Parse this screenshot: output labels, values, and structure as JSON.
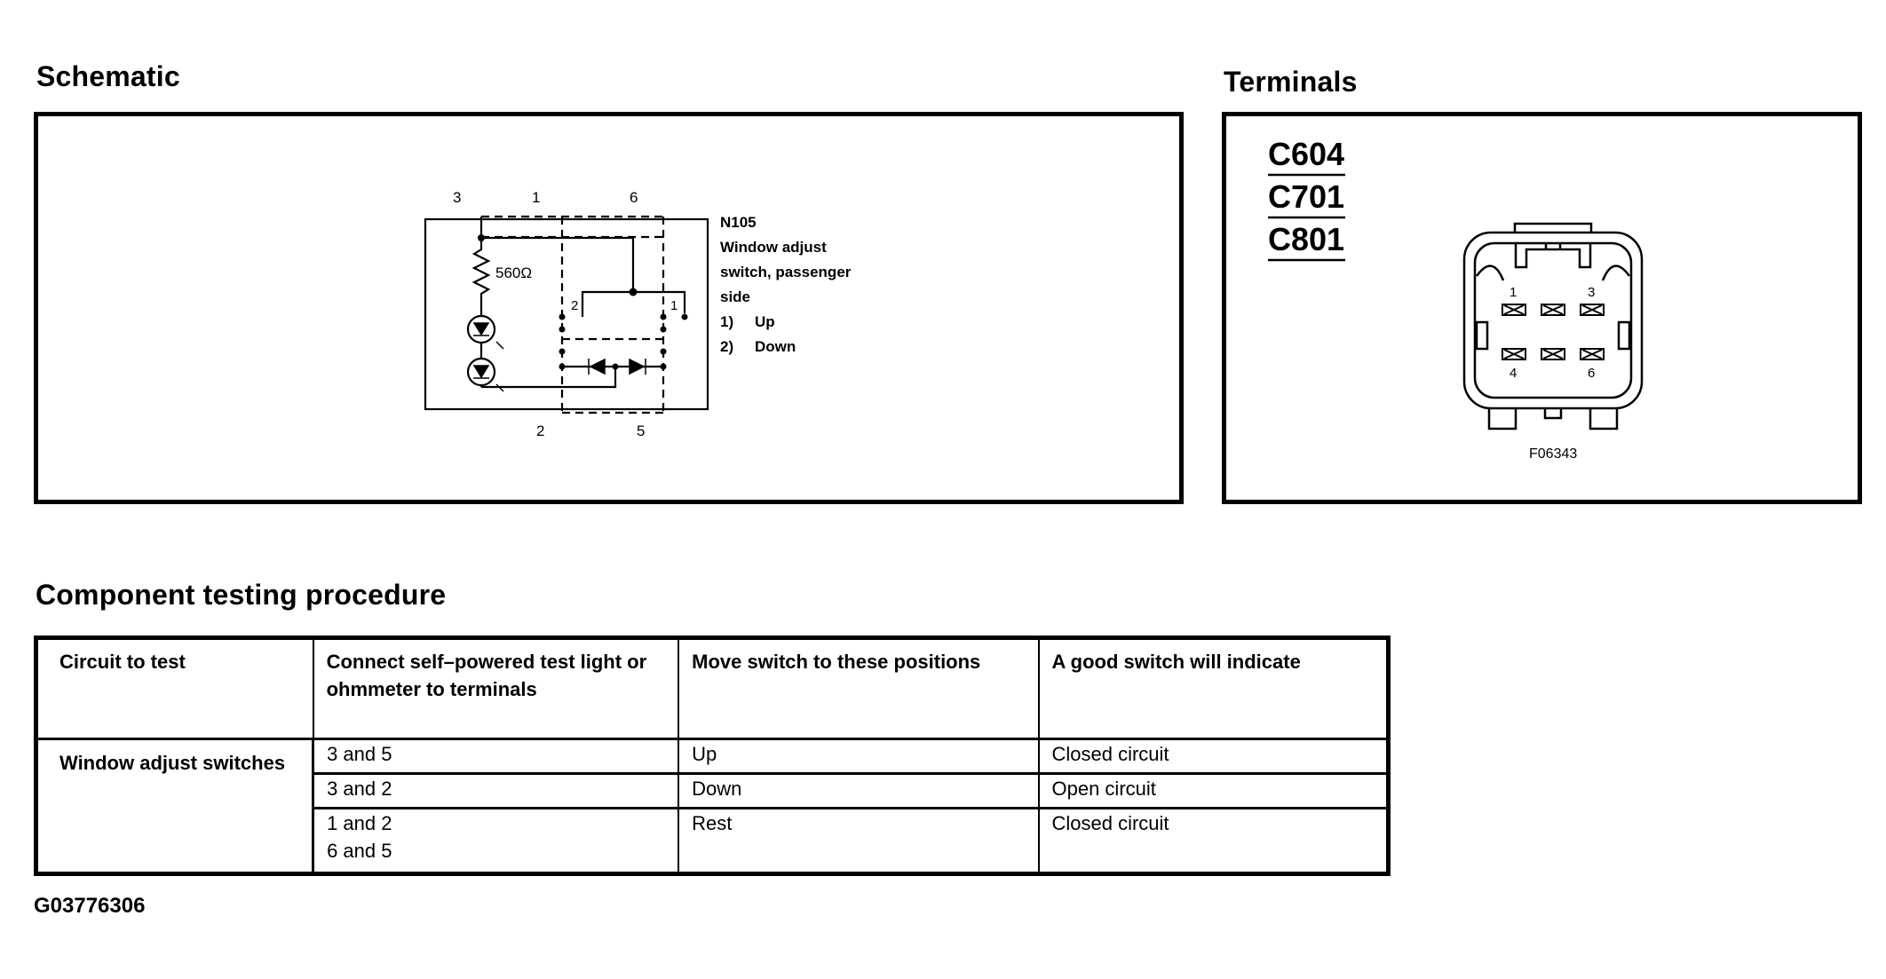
{
  "schematic": {
    "title": "Schematic",
    "pin_top_left": "3",
    "pin_top_mid": "1",
    "pin_top_right": "6",
    "pin_bottom_left": "2",
    "pin_bottom_right": "5",
    "resistor_label": "560Ω",
    "contact_label_left": "2",
    "contact_label_right": "1",
    "component_id": "N105",
    "description_lines": [
      "Window adjust",
      "switch, passenger",
      "side"
    ],
    "positions": [
      {
        "num": "1)",
        "label": "Up"
      },
      {
        "num": "2)",
        "label": "Down"
      }
    ]
  },
  "terminals": {
    "title": "Terminals",
    "connectors": [
      "C604",
      "C701",
      "C801"
    ],
    "pin_labels_top": [
      "1",
      "3"
    ],
    "pin_labels_bottom": [
      "4",
      "6"
    ],
    "figure_code": "F06343"
  },
  "procedure": {
    "title": "Component testing procedure",
    "headers": [
      "Circuit to test",
      "Connect self–powered test light or ohmmeter to terminals",
      "Move switch to these positions",
      "A good switch will indicate"
    ],
    "circuit": "Window adjust switches",
    "rows": [
      {
        "terminals": [
          "3 and 5"
        ],
        "position": "Up",
        "indicate": "Closed circuit"
      },
      {
        "terminals": [
          "3 and 2"
        ],
        "position": "Down",
        "indicate": "Open circuit"
      },
      {
        "terminals": [
          "1 and 2",
          "6 and 5"
        ],
        "position": "Rest",
        "indicate": "Closed circuit"
      }
    ]
  },
  "figure_code": "G03776306"
}
